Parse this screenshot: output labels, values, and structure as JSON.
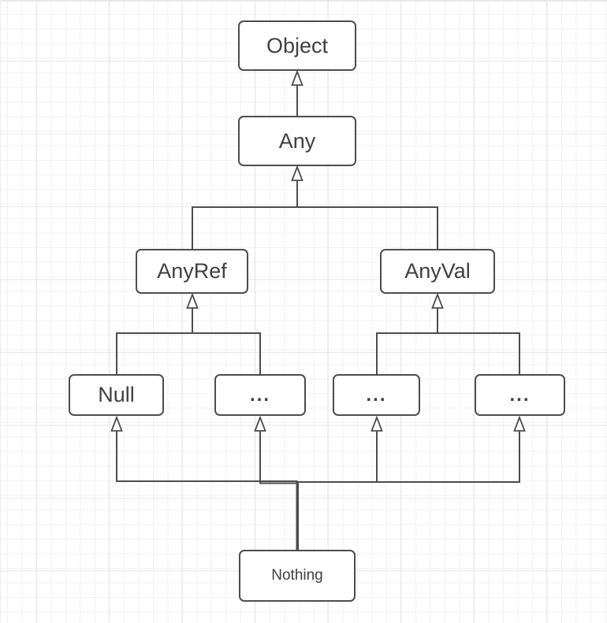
{
  "diagram": {
    "kind": "type-hierarchy",
    "nodes": {
      "object": {
        "label": "Object"
      },
      "any": {
        "label": "Any"
      },
      "anyRef": {
        "label": "AnyRef"
      },
      "anyVal": {
        "label": "AnyVal"
      },
      "null": {
        "label": "Null"
      },
      "refOthers": {
        "label": "..."
      },
      "valOthers1": {
        "label": "..."
      },
      "valOthers2": {
        "label": "..."
      },
      "nothing": {
        "label": "Nothing"
      }
    },
    "edges": [
      {
        "from": "any",
        "to": "object",
        "arrow": "hollow-triangle"
      },
      {
        "from": "anyRef",
        "to": "any",
        "arrow": "hollow-triangle"
      },
      {
        "from": "anyVal",
        "to": "any",
        "arrow": "hollow-triangle"
      },
      {
        "from": "null",
        "to": "anyRef",
        "arrow": "hollow-triangle"
      },
      {
        "from": "refOthers",
        "to": "anyRef",
        "arrow": "hollow-triangle"
      },
      {
        "from": "valOthers1",
        "to": "anyVal",
        "arrow": "hollow-triangle"
      },
      {
        "from": "valOthers2",
        "to": "anyVal",
        "arrow": "hollow-triangle"
      },
      {
        "from": "nothing",
        "to": "null",
        "arrow": "hollow-triangle"
      },
      {
        "from": "nothing",
        "to": "refOthers",
        "arrow": "hollow-triangle"
      },
      {
        "from": "nothing",
        "to": "valOthers1",
        "arrow": "hollow-triangle"
      },
      {
        "from": "nothing",
        "to": "valOthers2",
        "arrow": "hollow-triangle"
      }
    ],
    "colors": {
      "stroke": "#4d4d4d",
      "text": "#404040",
      "node_fill": "#ffffff",
      "grid_minor": "#f2f2f5",
      "grid_major": "#e7e7ea",
      "background": "#ffffff"
    }
  }
}
